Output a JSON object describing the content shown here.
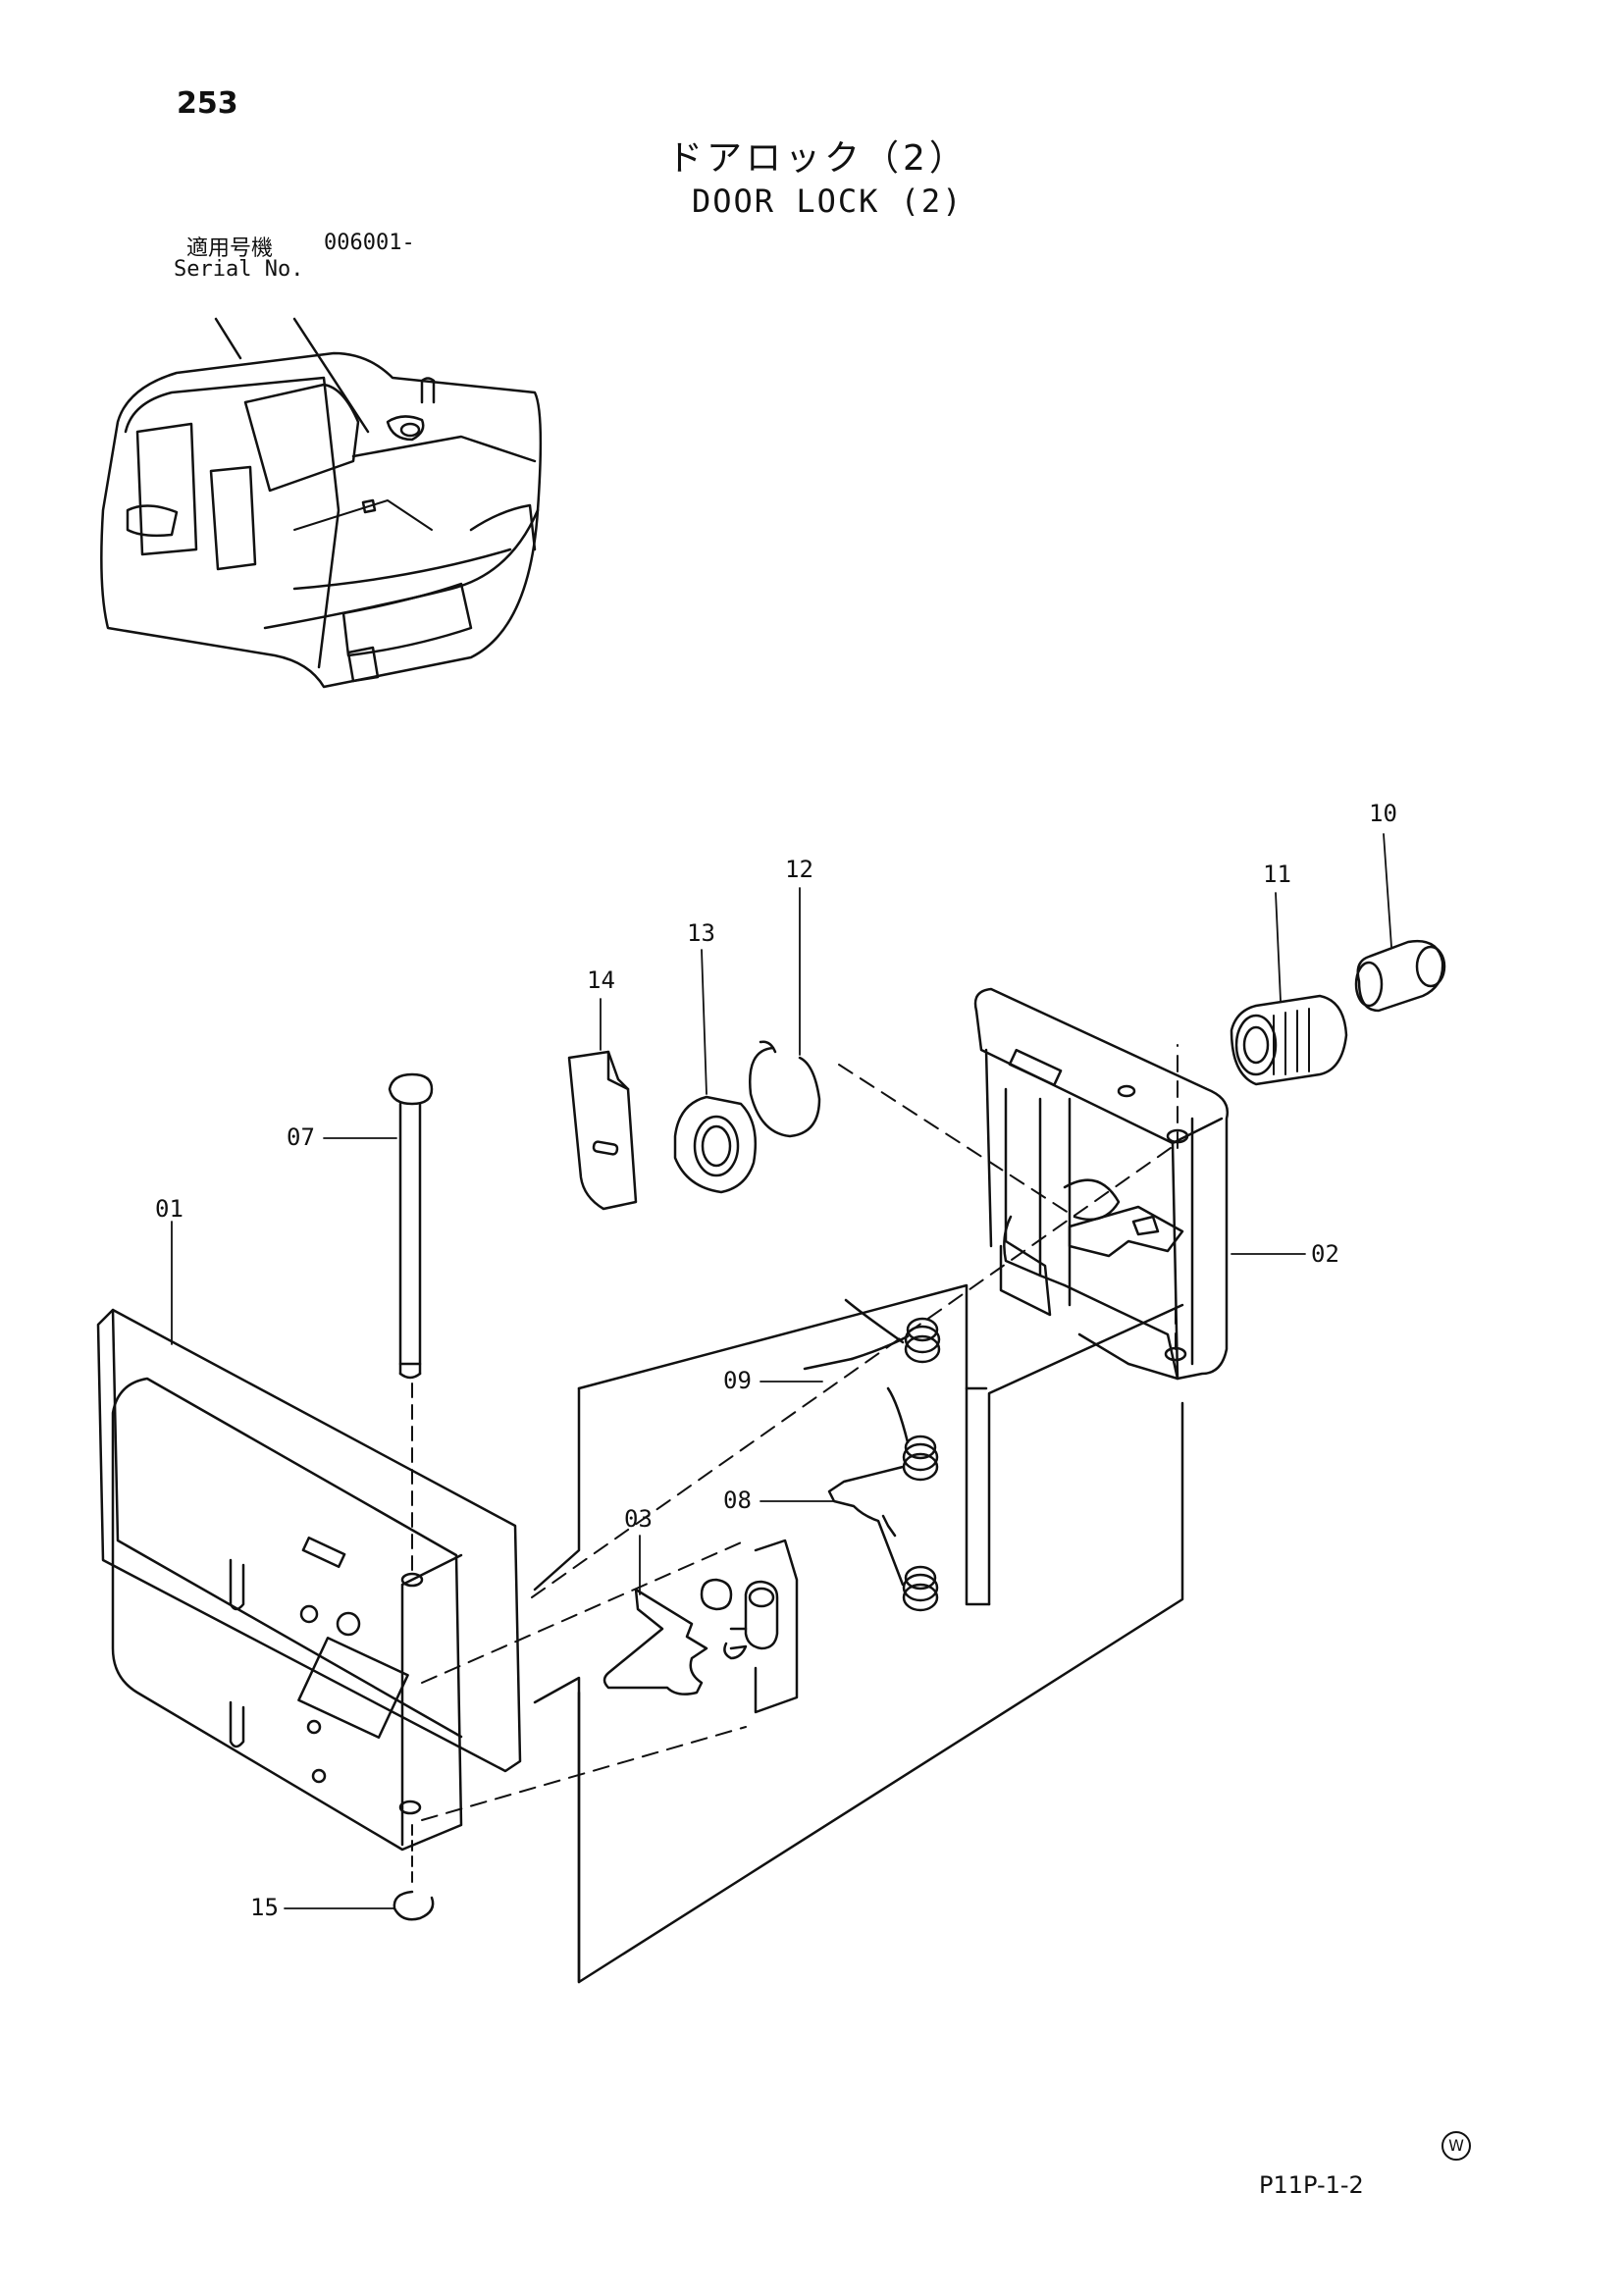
{
  "header": {
    "page_number": "253",
    "title_jp": "ドアロック（2）",
    "title_en": "DOOR LOCK (2)"
  },
  "serial": {
    "label_jp": "適用号機",
    "number": "006001-",
    "label_en": "Serial No."
  },
  "callouts": [
    "01",
    "02",
    "03",
    "07",
    "08",
    "09",
    "10",
    "11",
    "12",
    "13",
    "14",
    "15"
  ],
  "footer": {
    "code": "P11P-1-2",
    "mark": "W"
  }
}
